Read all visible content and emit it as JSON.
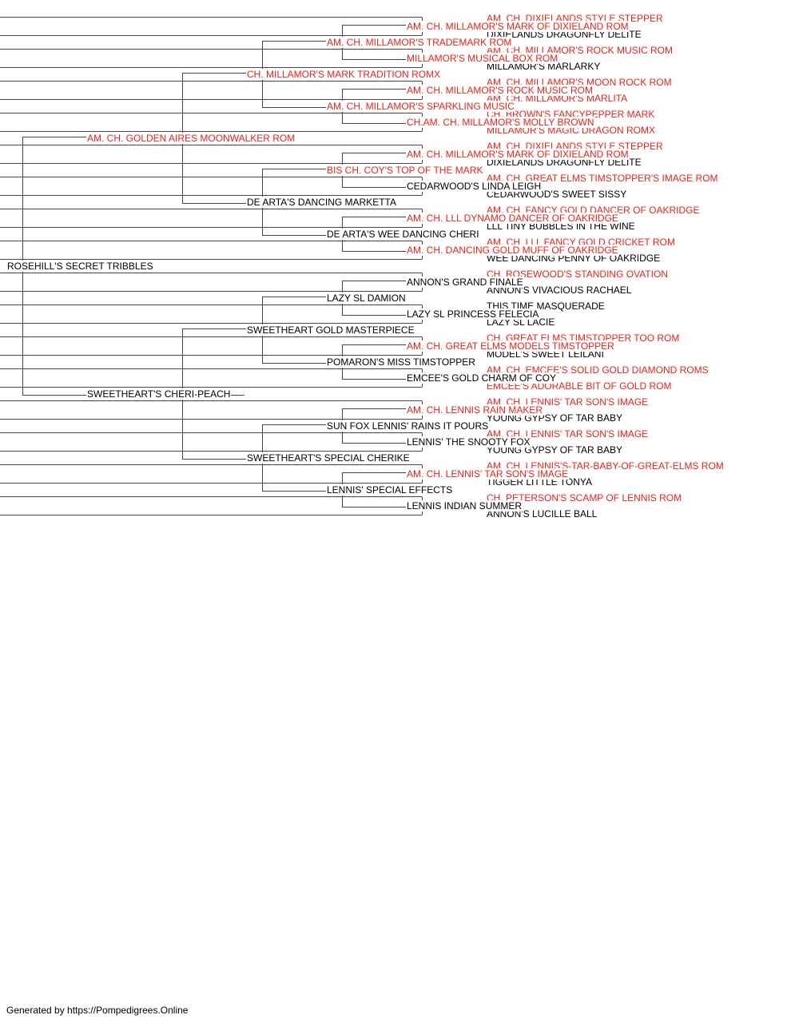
{
  "colors": {
    "champion": "#e8231a",
    "regular": "#000000",
    "line": "#444444"
  },
  "pedigree": {
    "name": "ROSEHILL'S SECRET TRIBBLES",
    "champ": false,
    "sire": {
      "name": "AM. CH. GOLDEN AIRES MOONWALKER ROM",
      "champ": true,
      "sire": {
        "name": "CH. MILLAMOR'S MARK TRADITION ROMX",
        "champ": true,
        "sire": {
          "name": "AM. CH. MILLAMOR'S TRADEMARK ROM",
          "champ": true,
          "sire": {
            "name": "AM. CH. MILLAMOR'S MARK OF DIXIELAND ROM",
            "champ": true,
            "sire": {
              "name": "AM. CH. DIXIELANDS STYLE STEPPER",
              "champ": true
            },
            "dam": {
              "name": "DIXIELANDS DRAGONFLY DELITE",
              "champ": false
            }
          },
          "dam": {
            "name": "MILLAMOR'S MUSICAL BOX ROM",
            "champ": true,
            "sire": {
              "name": "AM. CH. MILLAMOR'S ROCK MUSIC ROM",
              "champ": true
            },
            "dam": {
              "name": "MILLAMOR'S MARLARKY",
              "champ": false
            }
          }
        },
        "dam": {
          "name": "AM. CH. MILLAMOR'S SPARKLING MUSIC",
          "champ": true,
          "sire": {
            "name": "AM. CH. MILLAMOR'S ROCK MUSIC ROM",
            "champ": true,
            "sire": {
              "name": "AM. CH. MILLAMOR'S MOON ROCK ROM",
              "champ": true
            },
            "dam": {
              "name": "AM. CH. MILLAMOR'S MARLITA",
              "champ": true
            }
          },
          "dam": {
            "name": "CH.AM. CH. MILLAMOR'S MOLLY BROWN",
            "champ": true,
            "sire": {
              "name": "CH. BROWN'S FANCYPEPPER MARK",
              "champ": true
            },
            "dam": {
              "name": "MILLAMOR'S MAGIC DRAGON ROMX",
              "champ": true
            }
          }
        }
      },
      "dam": {
        "name": "DE ARTA'S DANCING MARKETTA",
        "champ": false,
        "sire": {
          "name": "BIS CH. COY'S TOP OF THE MARK",
          "champ": true,
          "sire": {
            "name": "AM. CH. MILLAMOR'S MARK OF DIXIELAND ROM",
            "champ": true,
            "sire": {
              "name": "AM. CH. DIXIELANDS STYLE STEPPER",
              "champ": true
            },
            "dam": {
              "name": "DIXIELANDS DRAGONFLY DELITE",
              "champ": false
            }
          },
          "dam": {
            "name": "CEDARWOOD'S LINDA LEIGH",
            "champ": false,
            "sire": {
              "name": "AM. CH. GREAT ELMS TIMSTOPPER'S IMAGE ROM",
              "champ": true
            },
            "dam": {
              "name": "CEDARWOOD'S SWEET SISSY",
              "champ": false
            }
          }
        },
        "dam": {
          "name": "DE ARTA'S WEE DANCING CHERI",
          "champ": false,
          "sire": {
            "name": "AM. CH. LLL DYNAMO DANCER OF OAKRIDGE",
            "champ": true,
            "sire": {
              "name": "AM. CH. FANCY GOLD DANCER OF OAKRIDGE",
              "champ": true
            },
            "dam": {
              "name": "LLL TINY BUBBLES IN THE WINE",
              "champ": false
            }
          },
          "dam": {
            "name": "AM. CH. DANCING GOLD MUFF OF OAKRIDGE",
            "champ": true,
            "sire": {
              "name": "AM. CH. LLL FANCY GOLD CRICKET ROM",
              "champ": true
            },
            "dam": {
              "name": "WEE DANCING PENNY OF OAKRIDGE",
              "champ": false
            }
          }
        }
      }
    },
    "dam": {
      "name": "SWEETHEART'S CHERI-PEACH",
      "champ": false,
      "sire": {
        "name": "SWEETHEART GOLD MASTERPIECE",
        "champ": false,
        "sire": {
          "name": "LAZY SL DAMION",
          "champ": false,
          "sire": {
            "name": "ANNON'S GRAND FINALE",
            "champ": false,
            "sire": {
              "name": "CH. ROSEWOOD'S STANDING OVATION",
              "champ": true
            },
            "dam": {
              "name": "ANNON'S VIVACIOUS RACHAEL",
              "champ": false
            }
          },
          "dam": {
            "name": "LAZY SL PRINCESS FELECIA",
            "champ": false,
            "sire": {
              "name": "THIS TIME MASQUERADE",
              "champ": false
            },
            "dam": {
              "name": "LAZY SL LACIE",
              "champ": false
            }
          }
        },
        "dam": {
          "name": "POMARON'S MISS TIMSTOPPER",
          "champ": false,
          "sire": {
            "name": "AM. CH. GREAT ELMS MODELS TIMSTOPPER",
            "champ": true,
            "sire": {
              "name": "CH. GREAT ELMS TIMSTOPPER TOO ROM",
              "champ": true
            },
            "dam": {
              "name": "MODEL'S SWEET LEILANI",
              "champ": false
            }
          },
          "dam": {
            "name": "EMCEE'S GOLD CHARM OF COY",
            "champ": false,
            "sire": {
              "name": "AM. CH. EMCEE'S SOLID GOLD DIAMOND ROMS",
              "champ": true
            },
            "dam": {
              "name": "EMCEE'S ADORABLE BIT OF GOLD ROM",
              "champ": true
            }
          }
        }
      },
      "dam": {
        "name": "SWEETHEART'S SPECIAL CHERIKE",
        "champ": false,
        "sire": {
          "name": "SUN FOX LENNIS' RAINS IT POURS",
          "champ": false,
          "sire": {
            "name": "AM. CH. LENNIS RAIN MAKER",
            "champ": true,
            "sire": {
              "name": "AM. CH. LENNIS' TAR SON'S IMAGE",
              "champ": true
            },
            "dam": {
              "name": "YOUNG GYPSY OF TAR BABY",
              "champ": false
            }
          },
          "dam": {
            "name": "LENNIS' THE SNOOTY FOX",
            "champ": false,
            "sire": {
              "name": "AM. CH. LENNIS' TAR SON'S IMAGE",
              "champ": true
            },
            "dam": {
              "name": "YOUNG GYPSY OF TAR BABY",
              "champ": false
            }
          }
        },
        "dam": {
          "name": "LENNIS' SPECIAL EFFECTS",
          "champ": false,
          "sire": {
            "name": "AM. CH. LENNIS' TAR SON'S IMAGE",
            "champ": true,
            "sire": {
              "name": "AM. CH. LENNIS'S-TAR-BABY-OF-GREAT-ELMS ROM",
              "champ": true
            },
            "dam": {
              "name": "TIGGER LITTLE TONYA",
              "champ": false
            }
          },
          "dam": {
            "name": "LENNIS INDIAN SUMMER",
            "champ": false,
            "sire": {
              "name": "CH. PETERSON'S SCAMP OF LENNIS ROM",
              "champ": true
            },
            "dam": {
              "name": "ANNON'S LUCILLE BALL",
              "champ": false
            }
          }
        }
      }
    }
  },
  "footer": "Generated by https://Pompedigrees.Online"
}
